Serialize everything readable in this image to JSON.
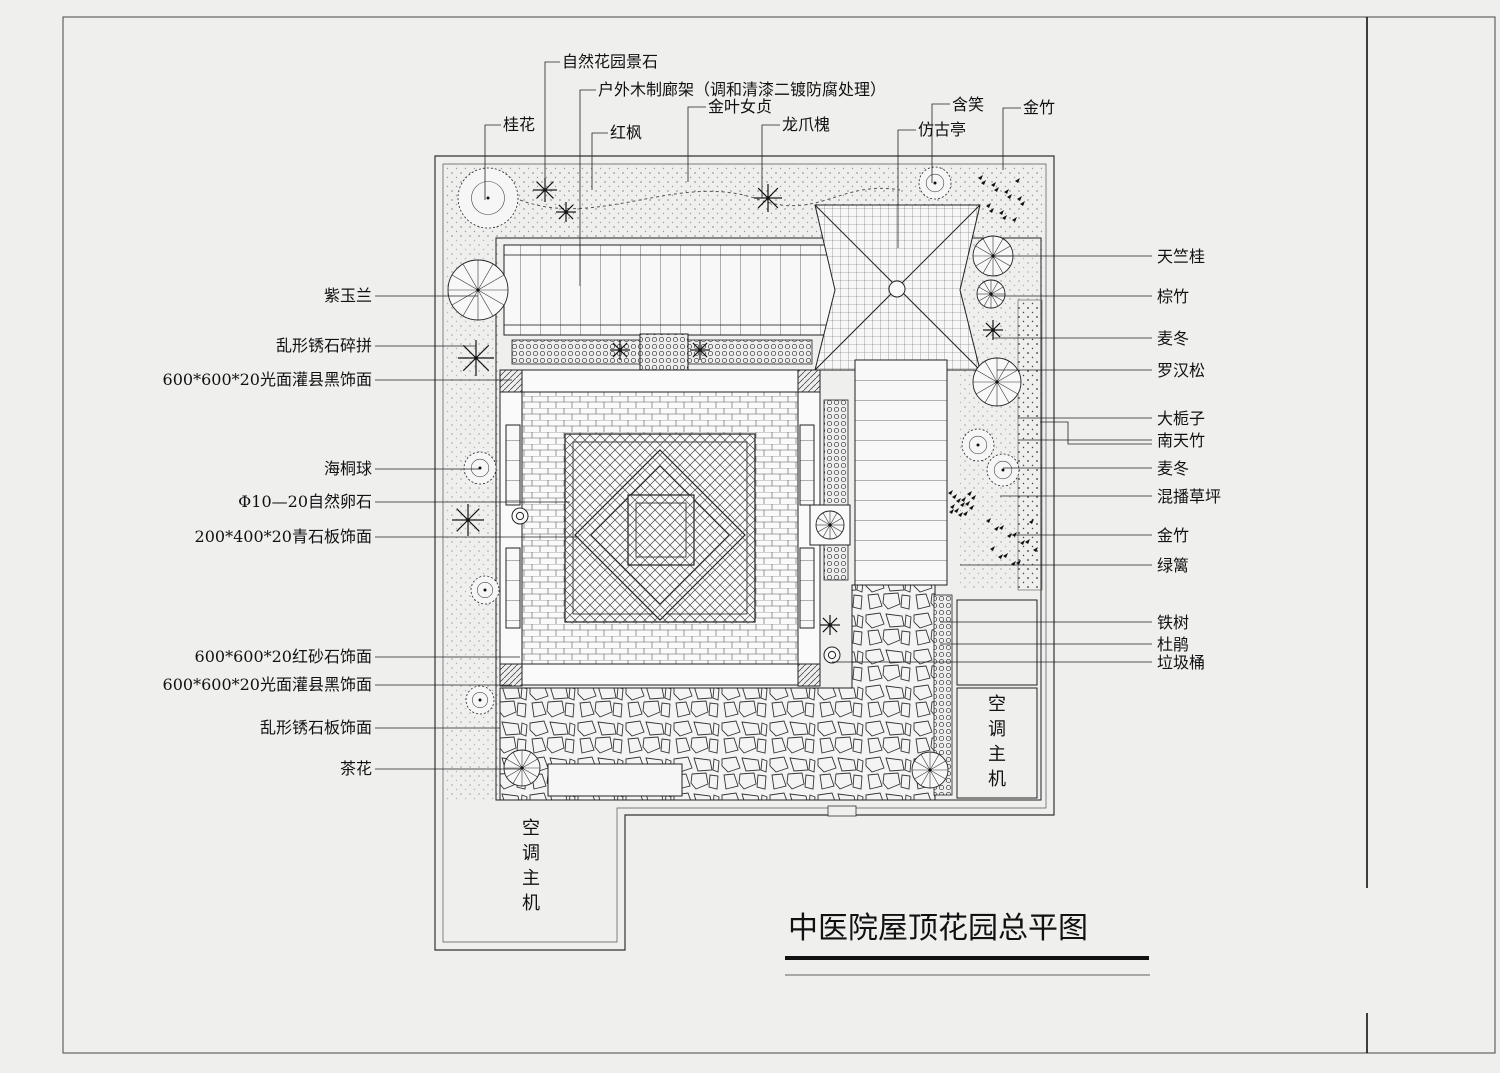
{
  "drawing": {
    "title": "中医院屋顶花园总平图"
  },
  "labels": {
    "top": [
      "自然花园景石",
      "户外木制廊架（调和清漆二镀防腐处理）",
      "金叶女贞",
      "桂花",
      "红枫",
      "龙爪槐",
      "含笑",
      "金竹",
      "仿古亭"
    ],
    "left": [
      "紫玉兰",
      "乱形锈石碎拼",
      "600*600*20光面灌县黑饰面",
      "海桐球",
      "Φ10—20自然卵石",
      "200*400*20青石板饰面",
      "600*600*20红砂石饰面",
      "600*600*20光面灌县黑饰面",
      "乱形锈石板饰面",
      "茶花"
    ],
    "right": [
      "天竺桂",
      "棕竹",
      "麦冬",
      "罗汉松",
      "大栀子",
      "南天竹",
      "麦冬",
      "混播草坪",
      "金竹",
      "绿篱",
      "铁树",
      "杜鹃",
      "垃圾桶"
    ],
    "ac_unit": [
      "空",
      "调",
      "主",
      "机"
    ]
  }
}
